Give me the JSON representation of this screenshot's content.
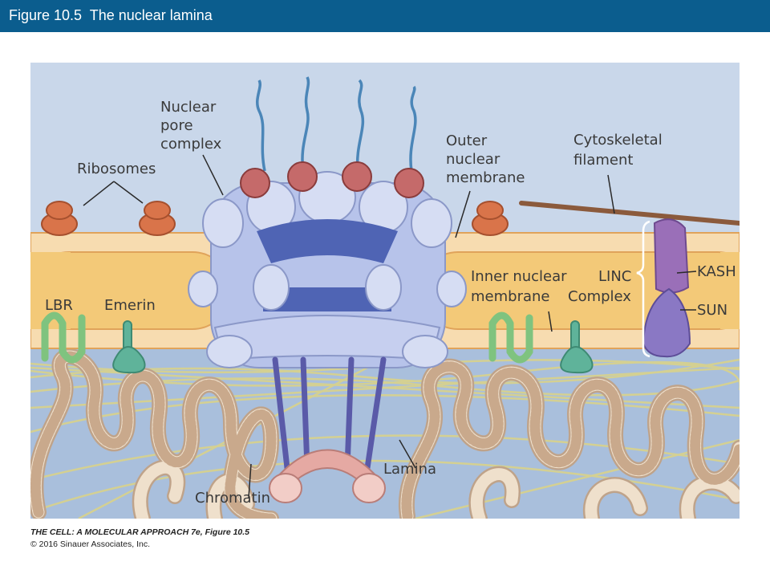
{
  "header": {
    "title": "Figure 10.5  The nuclear lamina",
    "background": "#0b5d8e"
  },
  "labels": {
    "nuclear_pore_complex": [
      "Nuclear",
      "pore",
      "complex"
    ],
    "ribosomes": "Ribosomes",
    "outer_nuclear_membrane": [
      "Outer",
      "nuclear",
      "membrane"
    ],
    "cytoskeletal_filament": [
      "Cytoskeletal",
      "filament"
    ],
    "inner_nuclear_membrane": [
      "Inner nuclear",
      "membrane"
    ],
    "linc_complex": [
      "LINC",
      "Complex"
    ],
    "kash": "KASH",
    "sun": "SUN",
    "lbr": "LBR",
    "emerin": "Emerin",
    "lamina": "Lamina",
    "chromatin": "Chromatin"
  },
  "credit": {
    "line1": "THE CELL: A MOLECULAR APPROACH 7e, Figure 10.5",
    "line2": "© 2016 Sinauer Associates, Inc."
  },
  "colors": {
    "cytoplasm": "#c9d7ea",
    "nucleoplasm": "#a9bfdc",
    "membrane": "#f7dcb0",
    "membrane_edge": "#e0a35a",
    "lumen": "#f3c978",
    "pore": "#b7c3ea",
    "pore_dark": "#4f64b4",
    "ribosome": "#d9744a",
    "lamina_fiber": "#d9d28a",
    "chromatin": "#e9d5c0",
    "lbr": "#7fc37f",
    "emerin": "#5fb39a",
    "kash": "#9a6fb8",
    "sun": "#8a78c4",
    "filament": "#8b5a3c",
    "basket_ring": "#e5a9a3",
    "pore_bead": "#c56a6a",
    "pore_fibril": "#4b86b8"
  }
}
